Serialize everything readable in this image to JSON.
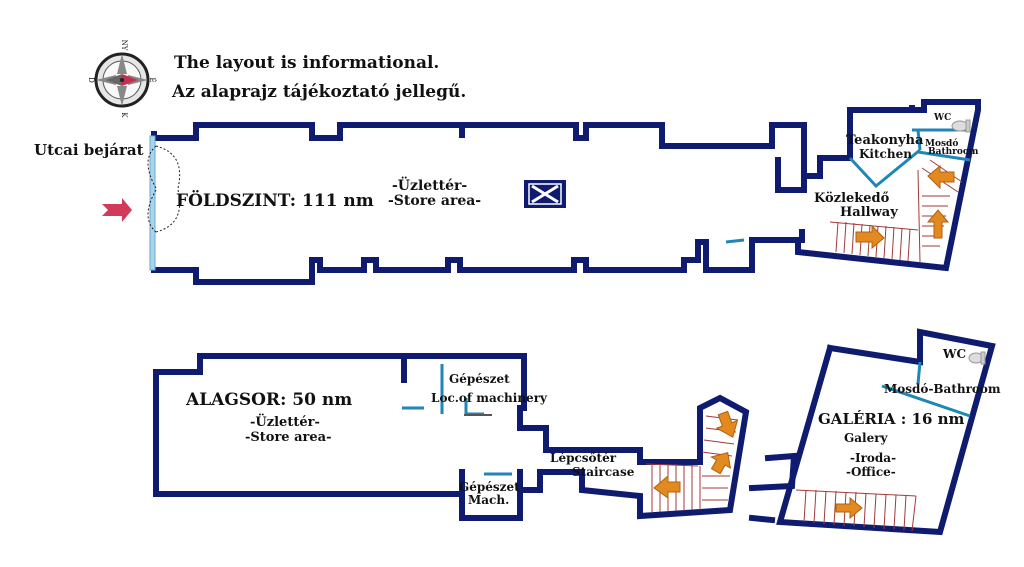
{
  "header": {
    "line1": "The layout is informational.",
    "line2": "Az alaprajz tájékoztató jellegű."
  },
  "compass": {
    "north": "NY",
    "east": "É",
    "south": "K",
    "west": "D"
  },
  "ground_floor": {
    "entrance": "Utcai bejárat",
    "title": "FÖLDSZINT: 111 nm",
    "store_hu": "-Üzlettér-",
    "store_en": "-Store area-",
    "kitchen_hu": "Teakonyha",
    "kitchen_en": "Kitchen",
    "wc": "WC",
    "mosdo": "Mosdó",
    "bathroom": "Bathroom",
    "hall_hu": "Közlekedő",
    "hall_en": "Hallway"
  },
  "basement": {
    "title": "ALAGSOR: 50 nm",
    "store_hu": "-Üzlettér-",
    "store_en": "-Store area-",
    "mach_hu": "Gépészet",
    "mach_en": "Loc.of machinery",
    "mach2_hu": "Gépészet",
    "mach2_en": "Mach.",
    "stair_hu": "Lépcsőtér",
    "stair_en": "Staircase"
  },
  "gallery": {
    "wc": "WC",
    "bath": "Mosdó-Bathroom",
    "title": "GALÉRIA : 16 nm",
    "gallery_en": "Galery",
    "office_hu": "-Iroda-",
    "office_en": "-Office-"
  },
  "icons": [
    "compass-icon",
    "entrance-arrow-icon",
    "elevator-icon",
    "toilet-icon",
    "stair-arrow-icon"
  ],
  "colors": {
    "wall": "#0f1b6e",
    "inner_wall": "#1f86b5",
    "stairs": "#a23a3a",
    "stair_arrow": "#e28a1f",
    "entrance_arrow": "#d23a5a"
  }
}
